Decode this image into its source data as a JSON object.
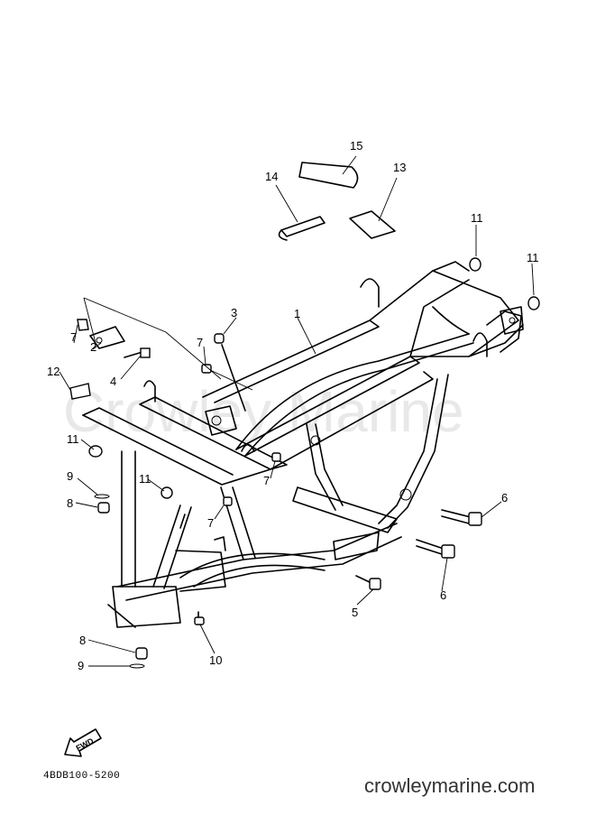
{
  "watermark": "Crowley Marine",
  "diagram_code": "4BDB100-5200",
  "site_name": "crowleymarine.com",
  "fwd_label": "FWD",
  "callouts": {
    "c1": "1",
    "c2": "2",
    "c3": "3",
    "c4": "4",
    "c5": "5",
    "c6a": "6",
    "c6b": "6",
    "c7a": "7",
    "c7b": "7",
    "c7c": "7",
    "c7d": "7",
    "c8a": "8",
    "c8b": "8",
    "c9a": "9",
    "c9b": "9",
    "c10": "10",
    "c11a": "11",
    "c11b": "11",
    "c11c": "11",
    "c11d": "11",
    "c12": "12",
    "c13": "13",
    "c14": "14",
    "c15": "15"
  }
}
